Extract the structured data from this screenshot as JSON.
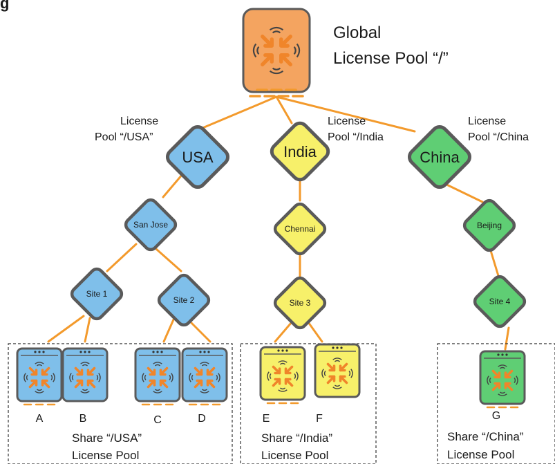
{
  "figure_label": "g",
  "root": {
    "title_line1": "Global",
    "title_line2": "License Pool “/”",
    "color": "#f4a460"
  },
  "regions": {
    "usa": {
      "node": "USA",
      "pool_line1": "License",
      "pool_line2": "Pool “/USA”",
      "city": "San Jose",
      "sites": [
        "Site 1",
        "Site 2"
      ],
      "aps": [
        "A",
        "B",
        "C",
        "D"
      ],
      "share_line1": "Share “/USA”",
      "share_line2": "License Pool",
      "color": "#7fbfea"
    },
    "india": {
      "node": "India",
      "pool_line1": "License",
      "pool_line2": "Pool “/India",
      "city": "Chennai",
      "sites": [
        "Site 3"
      ],
      "aps": [
        "E",
        "F"
      ],
      "share_line1": "Share “/India”",
      "share_line2": "License Pool",
      "color": "#f7f06a"
    },
    "china": {
      "node": "China",
      "pool_line1": "License",
      "pool_line2": "Pool “/China",
      "city": "Beijing",
      "sites": [
        "Site 4"
      ],
      "aps": [
        "G"
      ],
      "share_line1": "Share “/China”",
      "share_line2": "License Pool",
      "color": "#5fce74"
    }
  },
  "colors": {
    "connector": "#f39a2c",
    "node_border": "#5a5a5a",
    "arrow": "#f0852a",
    "box_border": "#333333"
  },
  "icons": {
    "root": "access-point-icon",
    "ap": "access-point-icon"
  }
}
